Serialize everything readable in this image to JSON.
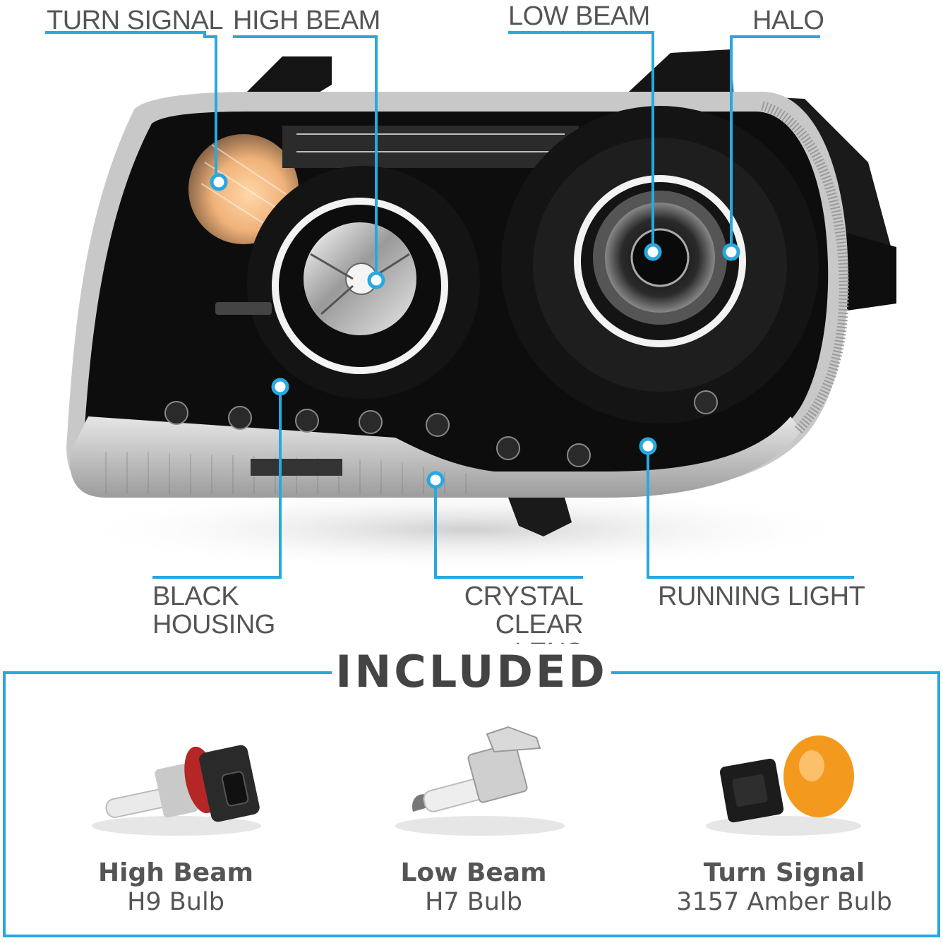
{
  "callouts": {
    "turn_signal": "TURN SIGNAL",
    "high_beam": "HIGH BEAM",
    "low_beam": "LOW BEAM",
    "halo": "HALO",
    "black_housing": "BLACK\nHOUSING",
    "crystal_clear_lens": "CRYSTAL\nCLEAR LENS",
    "running_light": "RUNNING LIGHT"
  },
  "included": {
    "title": "INCLUDED",
    "bulbs": [
      {
        "name": "High Beam",
        "type": "H9 Bulb"
      },
      {
        "name": "Low Beam",
        "type": "H7 Bulb"
      },
      {
        "name": "Turn Signal",
        "type": "3157 Amber Bulb"
      }
    ]
  },
  "colors": {
    "accent": "#29a8e0",
    "text": "#555555",
    "housing": "#0d0d0d",
    "amber": "#f39a1e"
  },
  "icons": [
    "headlight-image",
    "h9-bulb-image",
    "h7-bulb-image",
    "3157-amber-bulb-image"
  ]
}
